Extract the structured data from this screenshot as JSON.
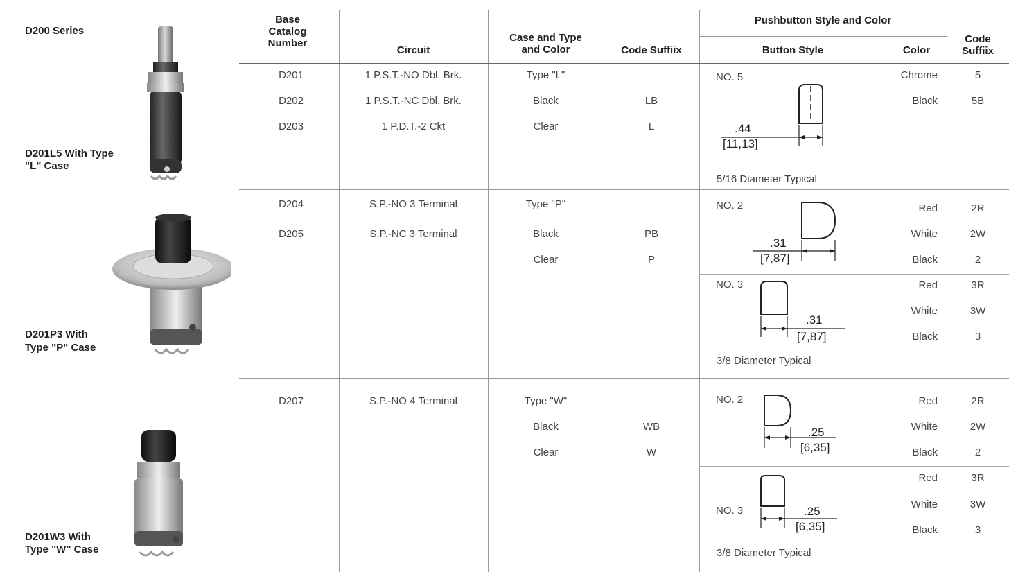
{
  "left": {
    "series_title": "D200 Series",
    "photo1_caption_line1": "D201L5 With Type",
    "photo1_caption_line2": "\"L\" Case",
    "photo2_caption_line1": "D201P3 With",
    "photo2_caption_line2": "Type \"P\" Case",
    "photo3_caption_line1": "D201W3 With",
    "photo3_caption_line2": "Type \"W\" Case"
  },
  "headers": {
    "base_catalog_1": "Base",
    "base_catalog_2": "Catalog",
    "base_catalog_3": "Number",
    "circuit": "Circuit",
    "case_1": "Case and Type",
    "case_2": "and Color",
    "code_suffix_1": "Code Suffiix",
    "pushbutton_group": "Pushbutton Style and Color",
    "button_style": "Button Style",
    "color": "Color",
    "code_suffix_2a": "Code",
    "code_suffix_2b": "Suffiix"
  },
  "group1": {
    "catalog": [
      "D201",
      "D202",
      "D203"
    ],
    "circuit": [
      "1 P.S.T.-NO Dbl. Brk.",
      "1 P.S.T.-NC Dbl. Brk.",
      "1 P.D.T.-2 Ckt"
    ],
    "case": [
      "Type \"L\"",
      "Black",
      "Clear"
    ],
    "code_suffix": [
      "",
      "LB",
      "L"
    ],
    "style_label": "NO. 5",
    "dim_top": ".44",
    "dim_bottom": "[11,13]",
    "note": "5/16 Diameter Typical",
    "colors": [
      "Chrome",
      "Black"
    ],
    "suffix": [
      "5",
      "5B"
    ]
  },
  "group2": {
    "catalog": [
      "D204",
      "D205"
    ],
    "circuit": [
      "S.P.-NO 3 Terminal",
      "S.P.-NC 3 Terminal"
    ],
    "case": [
      "Type \"P\"",
      "Black",
      "Clear"
    ],
    "code_suffix": [
      "",
      "PB",
      "P"
    ],
    "style_a_label": "NO. 2",
    "style_a_dim_top": ".31",
    "style_a_dim_bottom": "[7,87]",
    "style_a_colors": [
      "Red",
      "White",
      "Black"
    ],
    "style_a_suffix": [
      "2R",
      "2W",
      "2"
    ],
    "style_b_label": "NO. 3",
    "style_b_dim_top": ".31",
    "style_b_dim_bottom": "[7,87]",
    "style_b_colors": [
      "Red",
      "White",
      "Black"
    ],
    "style_b_suffix": [
      "3R",
      "3W",
      "3"
    ],
    "note": "3/8 Diameter Typical"
  },
  "group3": {
    "catalog": [
      "D207"
    ],
    "circuit": [
      "S.P.-NO 4 Terminal"
    ],
    "case": [
      "Type \"W\"",
      "Black",
      "Clear"
    ],
    "code_suffix": [
      "",
      "WB",
      "W"
    ],
    "style_a_label": "NO. 2",
    "style_a_dim_top": ".25",
    "style_a_dim_bottom": "[6,35]",
    "style_a_colors": [
      "Red",
      "White",
      "Black"
    ],
    "style_a_suffix": [
      "2R",
      "2W",
      "2"
    ],
    "style_b_label": "NO. 3",
    "style_b_dim_top": ".25",
    "style_b_dim_bottom": "[6,35]",
    "style_b_colors": [
      "Red",
      "White",
      "Black"
    ],
    "style_b_suffix": [
      "3R",
      "3W",
      "3"
    ],
    "note": "3/8 Diameter Typical"
  }
}
